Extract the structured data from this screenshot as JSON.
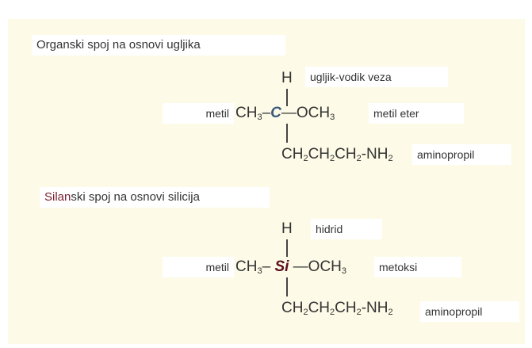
{
  "organic": {
    "title": "Organski spoj na osnovi ugljika",
    "top_atom": "H",
    "top_label": "ugljik-vodik veza",
    "left_label": "metil",
    "left_group_main": "CH",
    "left_group_sub": "3",
    "dash_left": "–",
    "center_atom": "C",
    "dash_right": "—",
    "right_group_main": "OCH",
    "right_group_sub": "3",
    "right_label": "metil eter",
    "bottom_parts": [
      "CH",
      "2",
      "CH",
      "2",
      "CH",
      "2",
      "-NH",
      "2"
    ],
    "bottom_label": "aminopropil"
  },
  "silane": {
    "title_highlight": "Silan",
    "title_rest": "ski spoj na osnovi silicija",
    "top_atom": "H",
    "top_label": "hidrid",
    "left_label": "metil",
    "left_group_main": "CH",
    "left_group_sub": "3",
    "dash_left": "–",
    "center_atom": "Si",
    "dash_right": "—",
    "right_group_main": "OCH",
    "right_group_sub": "3",
    "right_label": "metoksi",
    "bottom_parts": [
      "CH",
      "2",
      "CH",
      "2",
      "CH",
      "2",
      "-NH",
      "2"
    ],
    "bottom_label": "aminopropil"
  },
  "colors": {
    "background": "#fdfbe7",
    "label_box": "#ffffff",
    "carbon": "#3b5a7a",
    "silicon": "#5a1020"
  }
}
